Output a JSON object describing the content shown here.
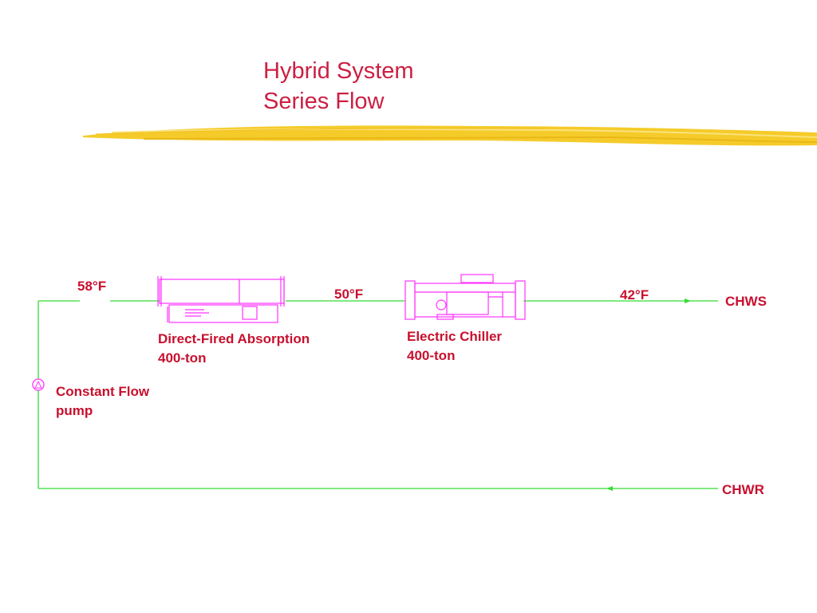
{
  "slide": {
    "title_line1": "Hybrid System",
    "title_line2": "Series Flow",
    "accent_color": "#f5cb2a",
    "title_color": "#cc1f43",
    "pipe_color": "#33dd33",
    "equipment_color": "#ff33ff"
  },
  "diagram": {
    "temps": {
      "inlet": "58°F",
      "between": "50°F",
      "supply": "42°F"
    },
    "absorber": {
      "name": "Direct-Fired Absorption",
      "capacity": "400-ton"
    },
    "chiller": {
      "name": "Electric Chiller",
      "capacity": "400-ton"
    },
    "pump": {
      "line1": "Constant Flow",
      "line2": "pump"
    },
    "supply_label": "CHWS",
    "return_label": "CHWR"
  }
}
